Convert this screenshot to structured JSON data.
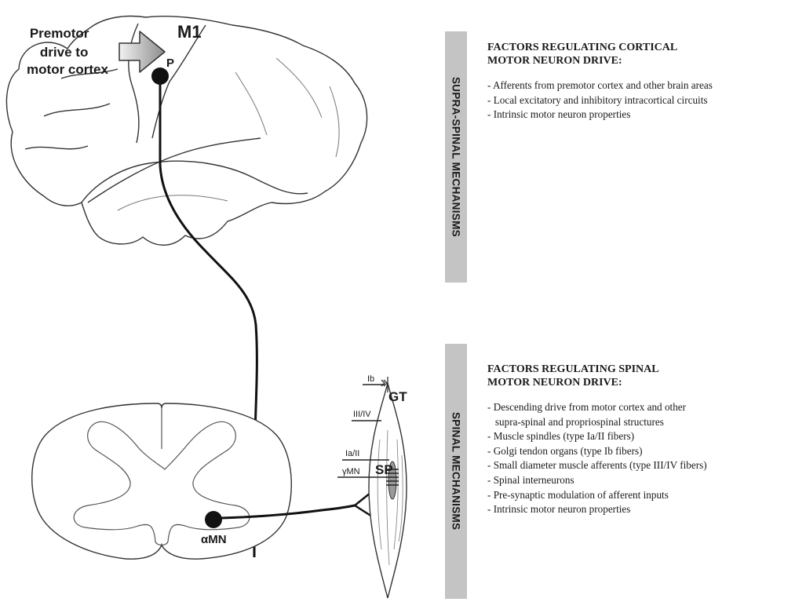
{
  "labels": {
    "premotor_drive": [
      "Premotor",
      "drive to",
      "motor cortex"
    ],
    "m1": "M1",
    "p": "P",
    "alpha_mn": "αMN",
    "ib": "Ib",
    "gt": "GT",
    "iii_iv": "III/IV",
    "ia_ii": "Ia/II",
    "sp": "SP",
    "gamma_mn": "γMN"
  },
  "sections": {
    "supra": {
      "bar_label": "SUPRA-SPINAL MECHANISMS",
      "heading": [
        "FACTORS REGULATING CORTICAL",
        "MOTOR NEURON DRIVE:"
      ],
      "items": [
        "- Afferents from premotor cortex and other brain areas",
        "- Local excitatory and inhibitory intracortical circuits",
        "- Intrinsic motor neuron properties"
      ]
    },
    "spinal": {
      "bar_label": "SPINAL MECHANISMS",
      "heading": [
        "FACTORS REGULATING SPINAL",
        "MOTOR NEURON DRIVE:"
      ],
      "items": [
        "- Descending drive from motor cortex and other",
        "   supra-spinal and propriospinal structures",
        "- Muscle spindles (type Ia/II fibers)",
        "- Golgi tendon organs (type Ib fibers)",
        "- Small diameter muscle afferents (type III/IV fibers)",
        "- Spinal interneurons",
        "- Pre-synaptic modulation of afferent inputs",
        "- Intrinsic motor neuron properties"
      ]
    }
  }
}
